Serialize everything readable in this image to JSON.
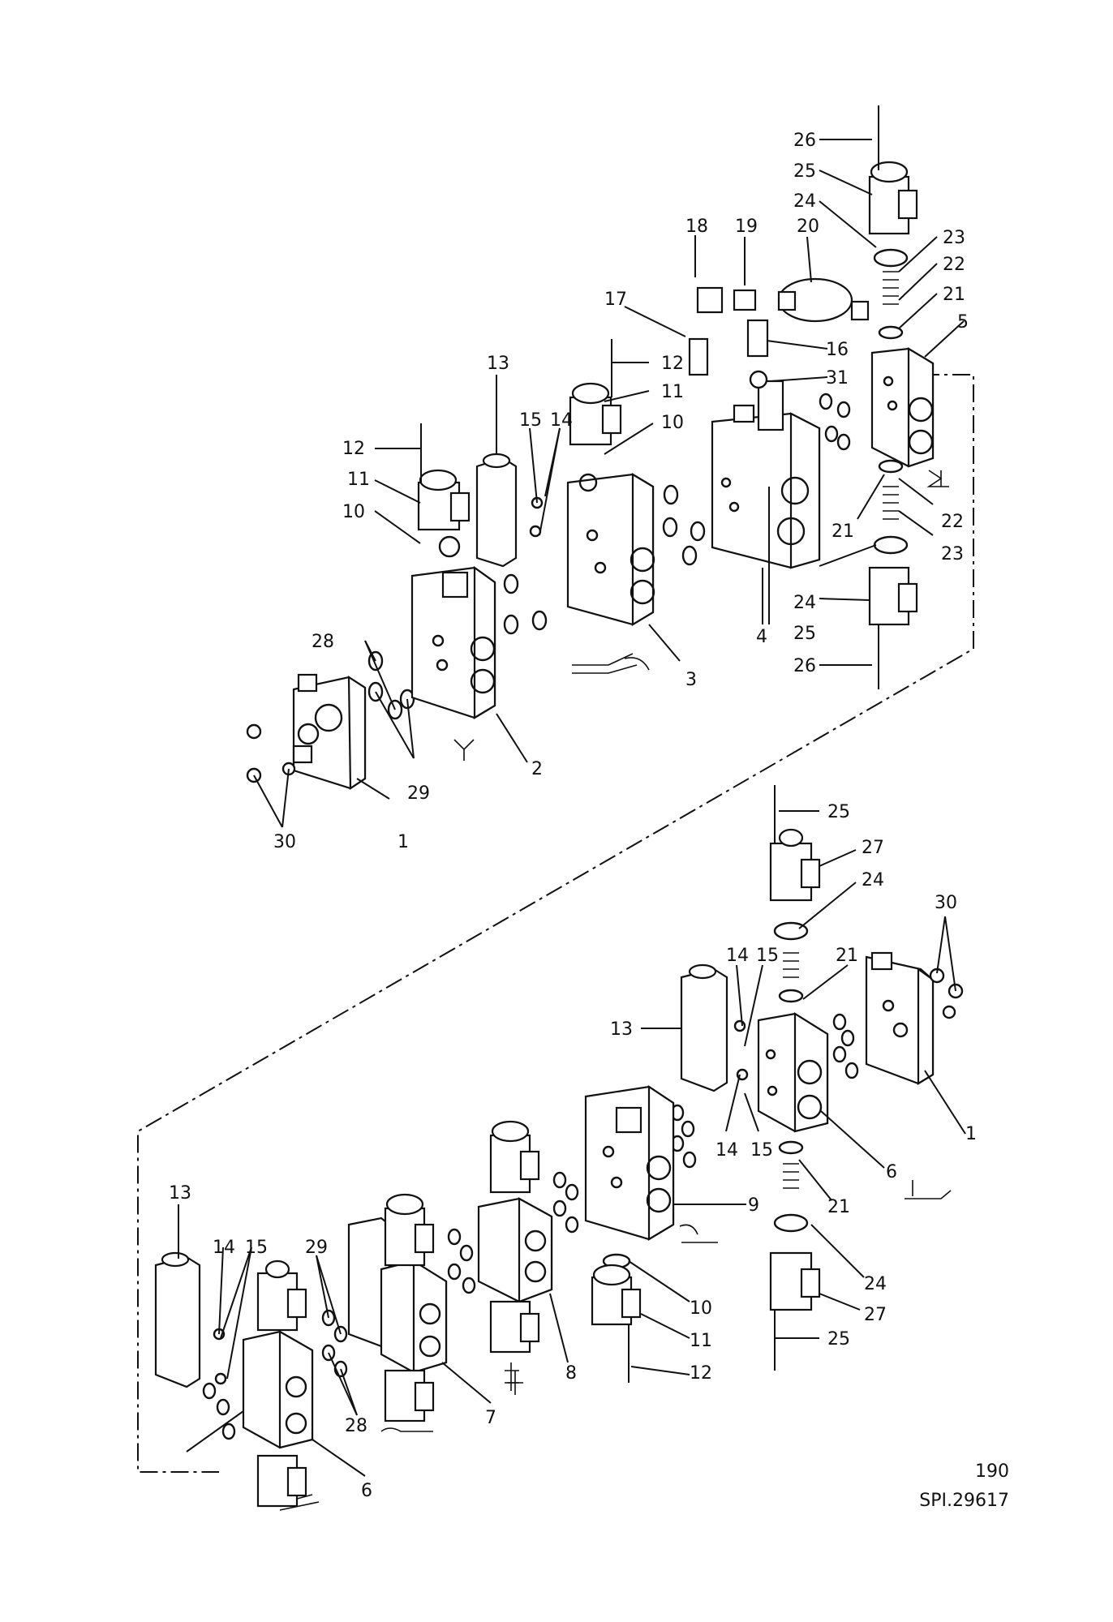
{
  "figure": {
    "page_number": "190",
    "drawing_reference": "SPI.29617",
    "callouts_upper": [
      "26",
      "25",
      "24",
      "23",
      "22",
      "21",
      "5",
      "18",
      "19",
      "20",
      "17",
      "16",
      "12",
      "31",
      "11",
      "10",
      "13",
      "15",
      "14",
      "12",
      "11",
      "10",
      "4",
      "21",
      "22",
      "23",
      "24",
      "25",
      "26",
      "3",
      "28",
      "2",
      "29",
      "30",
      "1"
    ],
    "callouts_lower": [
      "25",
      "27",
      "24",
      "30",
      "14",
      "15",
      "21",
      "13",
      "1",
      "14",
      "15",
      "6",
      "21",
      "9",
      "24",
      "10",
      "27",
      "11",
      "25",
      "12",
      "8",
      "13",
      "14",
      "15",
      "29",
      "7",
      "28",
      "6"
    ]
  }
}
